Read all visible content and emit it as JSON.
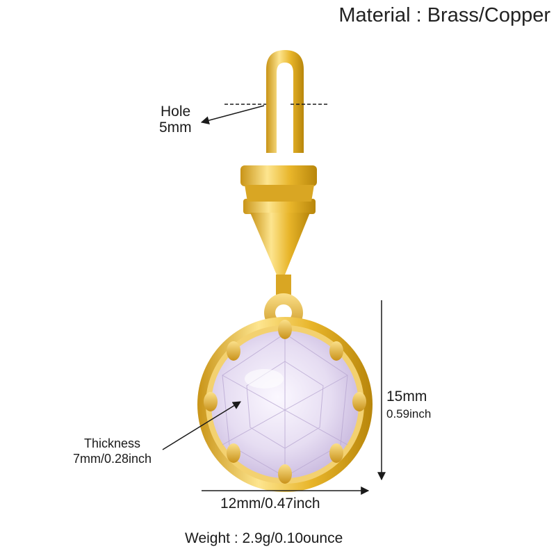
{
  "material": "Material : Brass/Copper",
  "hole": {
    "line1": "Hole",
    "line2": "5mm"
  },
  "height": {
    "mm": "15mm",
    "inch": "0.59inch"
  },
  "thickness": {
    "line1": "Thickness",
    "line2": "7mm/0.28inch"
  },
  "width": "12mm/0.47inch",
  "weight": "Weight : 2.9g/0.10ounce",
  "colors": {
    "gold": "#e8b52a",
    "gold_light": "#fbe08a",
    "gold_dark": "#b8860b",
    "stone": "#e9e2f4",
    "stone_shadow": "#c9b9dc",
    "arrow": "#1a1a1a"
  }
}
